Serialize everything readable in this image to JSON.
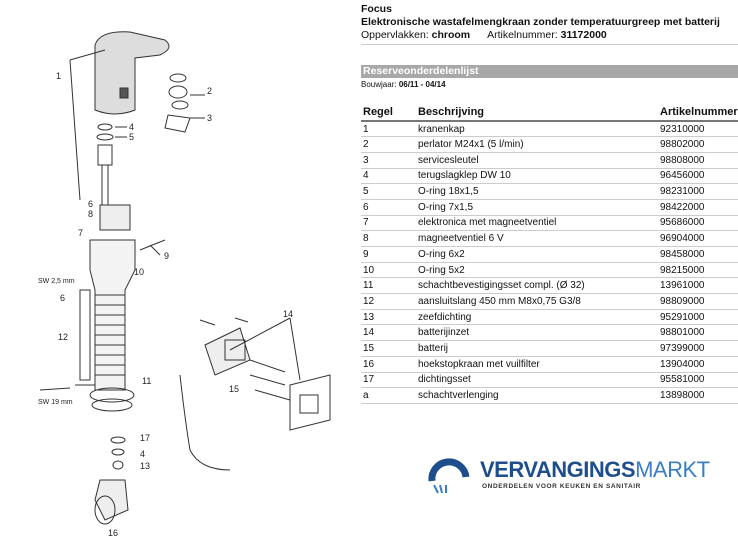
{
  "header": {
    "model": "Focus",
    "description": "Elektronische wastafelmengkraan zonder temperatuurgreep met batterij",
    "surface_label": "Oppervlakken:",
    "surface_value": "chroom",
    "article_label": "Artikelnummer:",
    "article_value": "31172000"
  },
  "section": {
    "title": "Reserveonderdelenlijst",
    "year_label": "Bouwjaar:",
    "year_value": "06/11 - 04/14"
  },
  "table": {
    "headers": [
      "Regel",
      "Beschrijving",
      "Artikelnummer"
    ],
    "rows": [
      [
        "1",
        "kranenkap",
        "92310000"
      ],
      [
        "2",
        "perlator M24x1 (5 l/min)",
        "98802000"
      ],
      [
        "3",
        "servicesleutel",
        "98808000"
      ],
      [
        "4",
        "terugslagklep DW 10",
        "96456000"
      ],
      [
        "5",
        "O-ring 18x1,5",
        "98231000"
      ],
      [
        "6",
        "O-ring 7x1,5",
        "98422000"
      ],
      [
        "7",
        "elektronica met magneetventiel",
        "95686000"
      ],
      [
        "8",
        "magneetventiel 6 V",
        "96904000"
      ],
      [
        "9",
        "O-ring 6x2",
        "98458000"
      ],
      [
        "10",
        "O-ring 5x2",
        "98215000"
      ],
      [
        "11",
        "schachtbevestigingsset compl. (Ø 32)",
        "13961000"
      ],
      [
        "12",
        "aansluitslang 450 mm  M8x0,75  G3/8",
        "98809000"
      ],
      [
        "13",
        "zeefdichting",
        "95291000"
      ],
      [
        "14",
        "batterijinzet",
        "98801000"
      ],
      [
        "15",
        "batterij",
        "97399000"
      ],
      [
        "16",
        "hoekstopkraan met vuilfilter",
        "13904000"
      ],
      [
        "17",
        "dichtingsset",
        "95581000"
      ],
      [
        "a",
        "schachtverlenging",
        "13898000"
      ]
    ]
  },
  "diagram": {
    "labels": [
      "1",
      "2",
      "3",
      "4",
      "5",
      "6",
      "8",
      "7",
      "9",
      "10",
      "SW 2,5 mm",
      "6",
      "12",
      "11",
      "SW 19 mm",
      "17",
      "4",
      "13",
      "16",
      "14",
      "15"
    ]
  },
  "logo": {
    "name_bold": "VERVANGINGS",
    "name_light": "MARKT",
    "tagline": "ONDERDELEN VOOR KEUKEN EN SANITAIR",
    "color": "#1f4e8c"
  }
}
